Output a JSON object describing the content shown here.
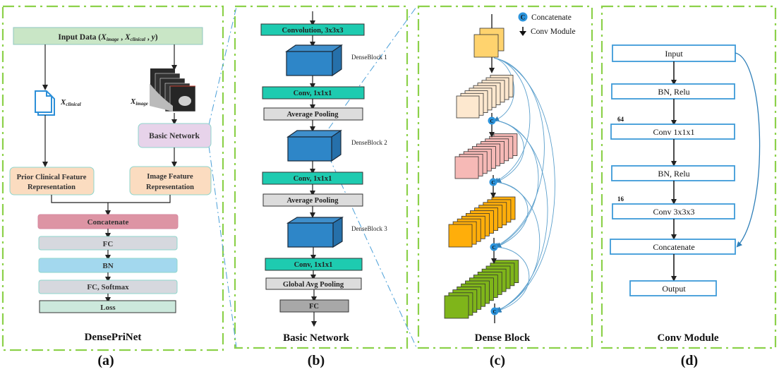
{
  "panels": {
    "a": {
      "title": "DensePriNet",
      "caption": "(a)",
      "input": {
        "prefix": "Input Data (",
        "x_image": "X",
        "x_image_sub": "image",
        "sep1": " , ",
        "x_clinical": "X",
        "x_clinical_sub": "clinical",
        "sep2": " , ",
        "y": "y",
        "suffix": ")"
      },
      "clinical_label": {
        "main": "X",
        "sub": "clinical"
      },
      "image_label": {
        "main": "X",
        "sub": "image"
      },
      "basic_network": "Basic Network",
      "prior_clinical": [
        "Prior Clinical Feature",
        "Representation"
      ],
      "image_feature": [
        "Image Feature",
        "Representation"
      ],
      "layers": [
        "Concatenate",
        "FC",
        "BN",
        "FC, Softmax",
        "Loss"
      ]
    },
    "b": {
      "title": "Basic Network",
      "caption": "(b)",
      "conv_first": "Convolution, 3x3x3",
      "dense_blocks": [
        "DenseBlock 1",
        "DenseBlock 2",
        "DenseBlock 3"
      ],
      "conv_1x1": "Conv, 1x1x1",
      "avg_pool": "Average Pooling",
      "global_pool": "Global Avg Pooling",
      "fc": "FC"
    },
    "c": {
      "title": "Dense Block",
      "caption": "(c)",
      "legend": {
        "concat_symbol": "C",
        "concat_label": "Concatenate",
        "conv_label": "Conv Module"
      }
    },
    "d": {
      "title": "Conv Module",
      "caption": "(d)",
      "layers": [
        "Input",
        "BN, Relu",
        "Conv 1x1x1",
        "BN, Relu",
        "Conv 3x3x3",
        "Concatenate",
        "Output"
      ],
      "channel_labels": {
        "conv1": "64",
        "conv3": "16"
      }
    }
  },
  "colors": {
    "panel_border": "#8cd14a",
    "zoom_line": "#4a9fd8",
    "input_fill": "#c9e6c6",
    "basic_net_fill": "#e7d3ea",
    "feature_fill": "#fbdcc0",
    "concat_fill": "#dd94a4",
    "fc_fill": "#d6d8de",
    "bn_fill": "#a3d8ee",
    "loss_fill": "#cce8dc",
    "teal": "#1ecbb0",
    "grey": "#dcdcdc",
    "dark_grey": "#a8a8a8",
    "cube_blue": "#2e86c8",
    "module_border": "#3d9ad8",
    "c_blue": "#2c94dc"
  }
}
